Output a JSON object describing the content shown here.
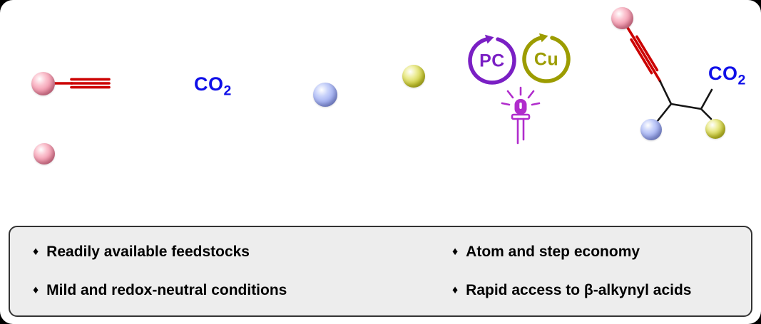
{
  "scheme": {
    "reagent_co2": {
      "text": "CO",
      "subscript": "2"
    },
    "product_co2": {
      "text": "CO",
      "subscript": "2"
    },
    "photocatalyst_label": "PC",
    "copper_label": "Cu"
  },
  "colors": {
    "bond_red": "#cc0000",
    "co2_blue": "#0f0fe8",
    "pc_purple": "#7a1fc4",
    "cu_olive": "#9c9c00",
    "lamp_magenta": "#b02ccc",
    "sphere_pink": "#ef8aa2",
    "sphere_blue": "#96a4ee",
    "sphere_yellow": "#c9c92e",
    "highlights_bg": "#ededed"
  },
  "highlights": {
    "bullet_glyph": "♦",
    "items": [
      {
        "text": "Readily available feedstocks"
      },
      {
        "text": "Mild and redox-neutral conditions"
      },
      {
        "text": "Atom and step economy"
      },
      {
        "text": "Rapid access to β-alkynyl acids"
      }
    ]
  }
}
